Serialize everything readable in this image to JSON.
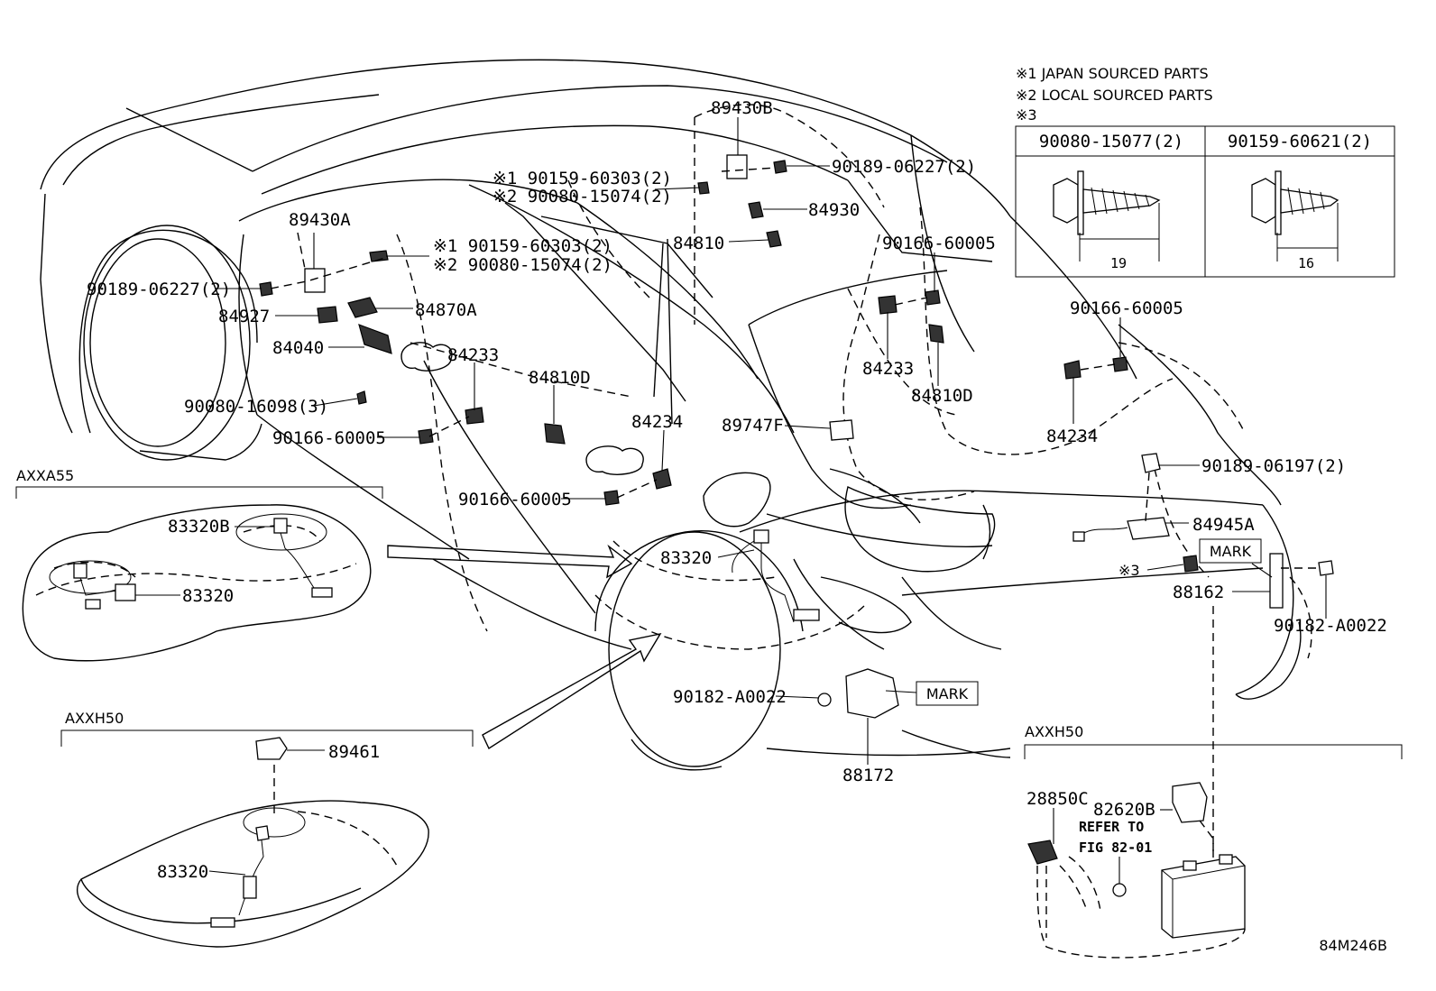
{
  "notes": {
    "note1": "※1 JAPAN SOURCED PARTS",
    "note2": "※2 LOCAL SOURCED PARTS",
    "note3": "※3",
    "table": {
      "col1": "90080-15077(2)",
      "col2": "90159-60621(2)",
      "dim1": "19",
      "dim2": "16"
    }
  },
  "labels": {
    "p89430B": "89430B",
    "p90189_06227_top": "90189-06227(2)",
    "p84930": "84930",
    "p84810": "84810",
    "p90159_60303_a": "※1 90159-60303(2)",
    "p90080_15074_a": "※2 90080-15074(2)",
    "p89430A": "89430A",
    "p90159_60303_b": "※1 90159-60303(2)",
    "p90080_15074_b": "※2 90080-15074(2)",
    "p90189_06227_left": "90189-06227(2)",
    "p84927": "84927",
    "p84870A": "84870A",
    "p84040": "84040",
    "p90080_16098": "90080-16098(3)",
    "p84233_left": "84233",
    "p84810D_left": "84810D",
    "p90166_60005_a": "90166-60005",
    "p84234_left": "84234",
    "p89747F": "89747F",
    "p90166_60005_b": "90166-60005",
    "p90166_60005_c": "90166-60005",
    "p84233_right": "84233",
    "p84810D_right": "84810D",
    "p90166_60005_d": "90166-60005",
    "p84234_right": "84234",
    "p90189_06197": "90189-06197(2)",
    "p84945A": "84945A",
    "mark1": "MARK",
    "p_note3_ref": "※3",
    "p88162": "88162",
    "p90182_A0022_right": "90182-A0022",
    "p83320_center": "83320",
    "p90182_A0022_center": "90182-A0022",
    "mark2": "MARK",
    "p88172": "88172"
  },
  "insets": {
    "axxa55": {
      "title": "AXXA55",
      "p83320B": "83320B",
      "p83320": "83320"
    },
    "axxh50_left": {
      "title": "AXXH50",
      "p89461": "89461",
      "p83320": "83320"
    },
    "axxh50_right": {
      "title": "AXXH50",
      "p28850C": "28850C",
      "p82620B": "82620B",
      "refer1": "REFER TO",
      "refer2": "FIG 82-01"
    }
  },
  "figure_code": "84M246B"
}
